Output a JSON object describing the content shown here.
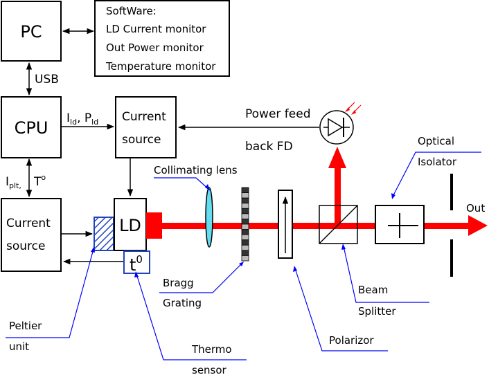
{
  "blocks": {
    "pc": "PC",
    "cpu": "CPU",
    "usb": "USB",
    "software": {
      "title": "SoftWare:",
      "items": [
        "LD Current monitor",
        "Out Power monitor",
        "Temperature monitor"
      ]
    },
    "current_source_top": [
      "Current",
      "source"
    ],
    "current_source_left": [
      "Current",
      "source"
    ],
    "ld": "LD",
    "thermo_symbol": "t",
    "thermo_symbol_sup": "0"
  },
  "signals": {
    "ild": {
      "base": "I",
      "sub": "ld"
    },
    "sep": ", ",
    "pld": {
      "base": "P",
      "sub": "ld"
    },
    "iplt": {
      "base": "I",
      "sub": "plt,"
    },
    "t0": {
      "base": "T",
      "sup": "o"
    },
    "power_feed": [
      "Power feed",
      "back FD"
    ],
    "out": "Out"
  },
  "labels": {
    "collimating_lens": "Collimating lens",
    "bragg_grating": [
      "Bragg",
      "Grating"
    ],
    "optical_isolator": [
      "Optical",
      "Isolator"
    ],
    "polarizor": "Polarizor",
    "beam_splitter": [
      "Beam",
      "Splitter"
    ],
    "peltier_unit": [
      "Peltier",
      "unit"
    ],
    "thermo_sensor": [
      "Thermo",
      "sensor"
    ]
  },
  "colors": {
    "beam": "#ff0000",
    "pointer": "#0000ff",
    "lens": "#66ddee",
    "peltier": "#2244bb",
    "grating_dark": "#333333",
    "grating_light": "#bbbbbb"
  }
}
